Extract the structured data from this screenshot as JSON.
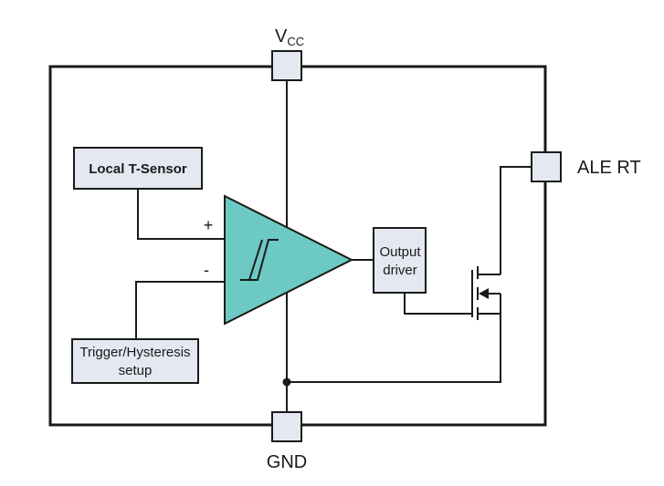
{
  "pins": {
    "vcc_main": "V",
    "vcc_sub": "CC",
    "gnd": "GND",
    "alert": "ALE RT"
  },
  "blocks": {
    "sensor": "Local T-Sensor",
    "trigger_line1": "Trigger/Hysteresis",
    "trigger_line2": "setup",
    "driver_line1": "Output",
    "driver_line2": "driver"
  },
  "comparator": {
    "plus": "+",
    "minus": "-",
    "color": "#6cc9c4"
  }
}
